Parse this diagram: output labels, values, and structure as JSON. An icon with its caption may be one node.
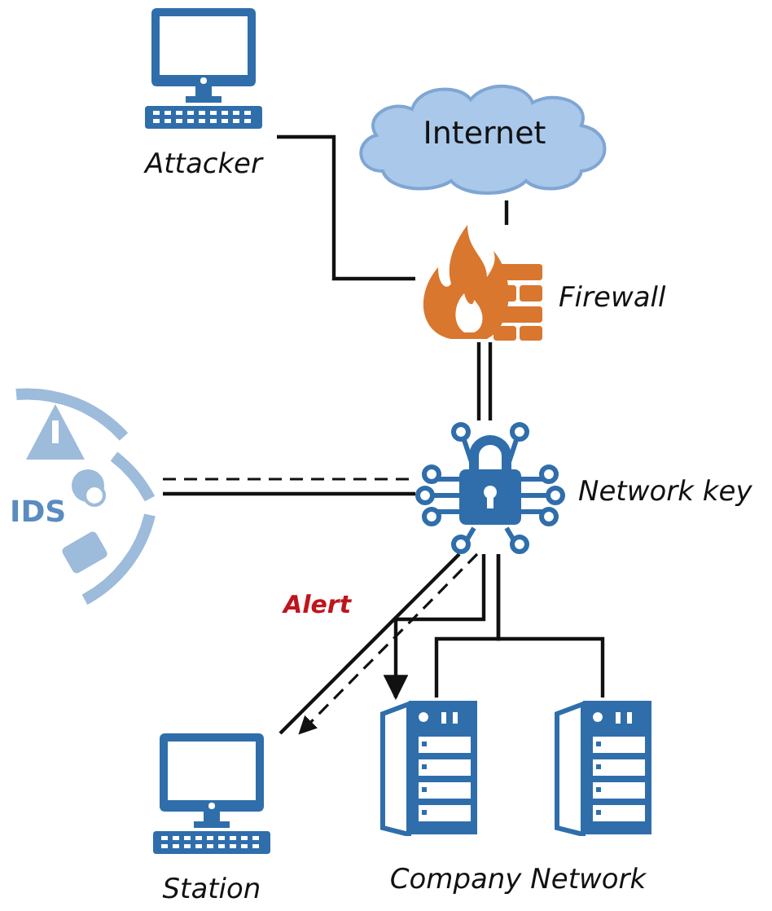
{
  "diagram": {
    "nodes": [
      {
        "text": [
          "Attacker"
        ]
      },
      {
        "text": [
          "Internet"
        ]
      },
      {
        "text": [
          "Firewall"
        ]
      },
      {
        "text": [
          "IDS"
        ]
      },
      {
        "text": [
          "Network key"
        ]
      },
      {
        "text": [
          "Station"
        ]
      },
      {
        "text": [
          "Company Network"
        ]
      },
      {
        "text": [],
        "shape": "server",
        "in": 6
      },
      {
        "text": [],
        "shape": "server",
        "in": 6
      }
    ],
    "edges": [
      {
        "from": 0,
        "to": 2,
        "arrow": "none"
      },
      {
        "from": 1,
        "to": 2,
        "arrow": "none"
      },
      {
        "from": 2,
        "to": 4,
        "arrow": "none"
      },
      {
        "from": 3,
        "to": 4,
        "arrow": "none"
      },
      {
        "from": 3,
        "to": 4,
        "arrow": "none",
        "style": "dashed"
      },
      {
        "from": 4,
        "to": 5,
        "arrow": "none"
      },
      {
        "from": 4,
        "to": 5,
        "arrow": "to",
        "style": "dashed",
        "label": "Alert"
      },
      {
        "from": 4,
        "to": 7,
        "arrow": "to"
      },
      {
        "from": 4,
        "to": 7,
        "arrow": "none"
      },
      {
        "from": 4,
        "to": 8,
        "arrow": "none"
      }
    ]
  }
}
